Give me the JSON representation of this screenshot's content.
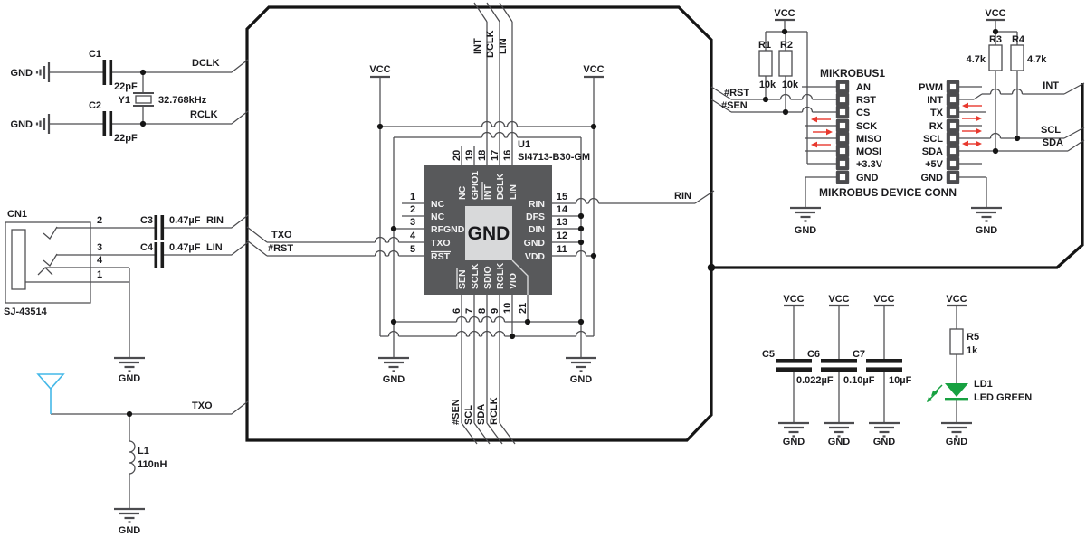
{
  "colors": {
    "wire": "#4c4c4f",
    "outline": "#151515",
    "accent_red": "#e8392e",
    "antenna_blue": "#44b8e8",
    "led_green": "#18a141",
    "chip_body": "#58595b",
    "chip_pad": "#d8d9da"
  },
  "xtal": {
    "gnd_a": "GND",
    "gnd_b": "GND",
    "c1_ref": "C1",
    "c1_val": "22pF",
    "c2_ref": "C2",
    "c2_val": "22pF",
    "y1_ref": "Y1",
    "y1_val": "32.768kHz",
    "net_dclk": "DCLK",
    "net_rclk": "RCLK"
  },
  "jack": {
    "ref": "CN1",
    "part": "SJ-43514",
    "pin_tip": "2",
    "pin_ring": "3",
    "pin_sw": "4",
    "pin_sleeve": "1",
    "c3_ref": "C3",
    "c3_val": "0.47µF",
    "net_rin": "RIN",
    "c4_ref": "C4",
    "c4_val": "0.47µF",
    "net_lin": "LIN",
    "gnd": "GND"
  },
  "ant": {
    "net_txo": "TXO",
    "l1_ref": "L1",
    "l1_val": "110nH",
    "gnd": "GND"
  },
  "board": {
    "vcc_l": "VCC",
    "vcc_r": "VCC",
    "net_int": "INT",
    "net_dclk": "DCLK",
    "net_lin": "LIN",
    "net_txo": "TXO",
    "net_rst": "#RST",
    "net_rin": "RIN",
    "gnd_l": "GND",
    "gnd_r": "GND",
    "net_sen_b": "#SEN",
    "net_scl_b": "SCL",
    "net_sda_b": "SDA",
    "net_rclk_b": "RCLK"
  },
  "u1": {
    "ref": "U1",
    "part": "SI4713-B30-GM",
    "pad": "GND",
    "t_nums": [
      "20",
      "19",
      "18",
      "17",
      "16"
    ],
    "t_names": [
      "NC",
      "GPIO1",
      "INT",
      "DCLK",
      "LIN"
    ],
    "l_nums": [
      "1",
      "2",
      "3",
      "4",
      "5"
    ],
    "l_names": [
      "NC",
      "NC",
      "RFGND",
      "TXO",
      "RST"
    ],
    "r_nums": [
      "15",
      "14",
      "13",
      "12",
      "11"
    ],
    "r_names": [
      "RIN",
      "DFS",
      "DIN",
      "GND",
      "VDD"
    ],
    "b_nums": [
      "6",
      "7",
      "8",
      "9",
      "10",
      "21"
    ],
    "b_names": [
      "SEN",
      "SCLK",
      "SDIO",
      "RCLK",
      "VIO"
    ]
  },
  "bus": {
    "title": "MIKROBUS1",
    "caption": "MIKROBUS DEVICE CONN",
    "vcc1": "VCC",
    "vcc2": "VCC",
    "r1_ref": "R1",
    "r1_val": "10k",
    "r2_ref": "R2",
    "r2_val": "10k",
    "r3_ref": "R3",
    "r3_val": "4.7k",
    "r4_ref": "R4",
    "r4_val": "4.7k",
    "net_rst": "#RST",
    "net_sen": "#SEN",
    "net_int": "INT",
    "net_scl": "SCL",
    "net_sda": "SDA",
    "col1": [
      "AN",
      "RST",
      "CS",
      "SCK",
      "MISO",
      "MOSI",
      "+3.3V",
      "GND"
    ],
    "col2": [
      "PWM",
      "INT",
      "TX",
      "RX",
      "SCL",
      "SDA",
      "+5V",
      "GND"
    ],
    "gnd1": "GND",
    "gnd2": "GND"
  },
  "pwr": {
    "vcc1": "VCC",
    "vcc2": "VCC",
    "vcc3": "VCC",
    "vcc4": "VCC",
    "c5_ref": "C5",
    "c5_val": "0.022µF",
    "c6_ref": "C6",
    "c6_val": "0.10µF",
    "c7_ref": "C7",
    "c7_val": "10µF",
    "r5_ref": "R5",
    "r5_val": "1k",
    "led_ref": "LD1",
    "led_val": "LED GREEN",
    "gnd1": "GND",
    "gnd2": "GND",
    "gnd3": "GND",
    "gnd4": "GND"
  }
}
